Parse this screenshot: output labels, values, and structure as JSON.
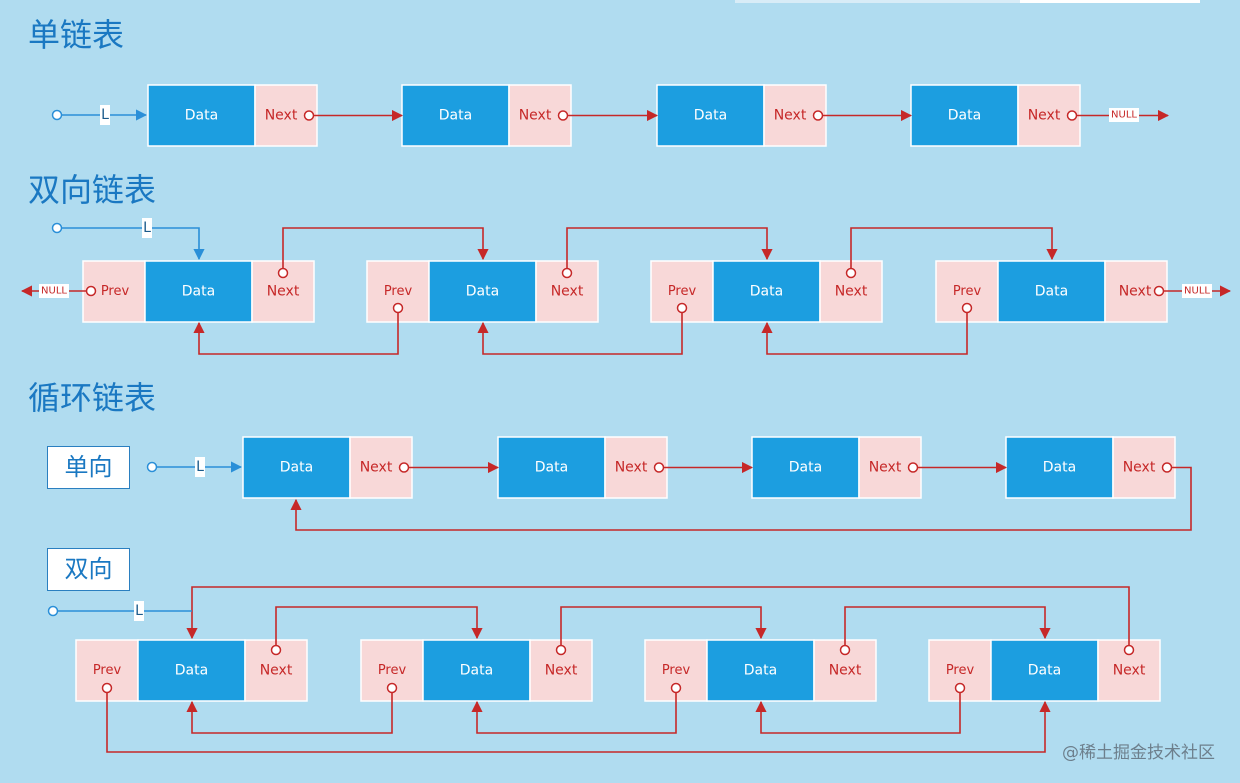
{
  "headings": {
    "singly": "单链表",
    "doubly": "双向链表",
    "circular": "循环链表"
  },
  "tags": {
    "one_way": "单向",
    "two_way": "双向"
  },
  "labels": {
    "data": "Data",
    "next": "Next",
    "prev": "Prev",
    "null": "NULL",
    "head": "L"
  },
  "watermark": "@稀土掘金技术社区",
  "colors": {
    "background": "#b0dcf0",
    "data_cell": "#1c9ee0",
    "pointer_cell": "#f8d8d8",
    "arrow": "#c62828",
    "head_arrow": "#2a8fd8",
    "heading_text": "#1a78c2"
  }
}
